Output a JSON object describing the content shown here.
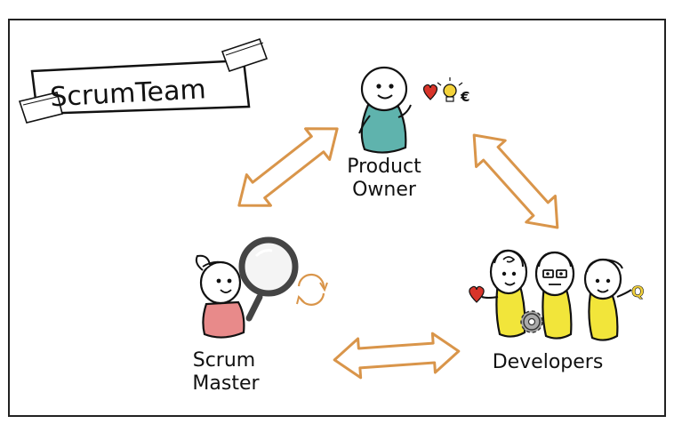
{
  "title": "ScrumTeam",
  "roles": {
    "product_owner": {
      "line1": "Product",
      "line2": "Owner"
    },
    "scrum_master": {
      "line1": "Scrum",
      "line2": "Master"
    },
    "developers": {
      "line1": "Developers"
    }
  },
  "symbols": {
    "euro": "€",
    "quality": "Q"
  },
  "colors": {
    "arrow": "#d9954a",
    "product_owner_body": "#5fb3ad",
    "scrum_master_body": "#e88a8a",
    "developer_body": "#f2e53a",
    "heart": "#d8342a",
    "bulb": "#f3d23a",
    "frame": "#222222"
  },
  "icons": [
    "heart-icon",
    "lightbulb-icon",
    "euro-icon",
    "magnifier-icon",
    "cycle-icon",
    "gear-icon",
    "quality-icon"
  ]
}
